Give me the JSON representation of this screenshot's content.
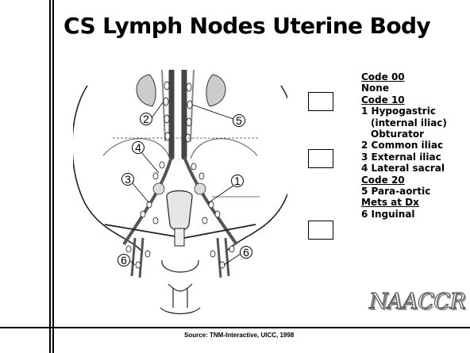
{
  "title": "CS Lymph Nodes Uterine Body",
  "legend": [
    {
      "text": "Code 00",
      "heading": true
    },
    {
      "text": "None",
      "heading": false
    },
    {
      "text": "Code 10",
      "heading": true
    },
    {
      "text": "1 Hypogastric",
      "heading": false
    },
    {
      "text": "(internal iliac)",
      "heading": false,
      "indent": true
    },
    {
      "text": "Obturator",
      "heading": false,
      "indent": true
    },
    {
      "text": "2 Common iliac",
      "heading": false
    },
    {
      "text": "3 External iliac",
      "heading": false
    },
    {
      "text": "4 Lateral sacral",
      "heading": false
    },
    {
      "text": "Code 20",
      "heading": true
    },
    {
      "text": "5 Para-aortic",
      "heading": false
    },
    {
      "text": "Mets at Dx",
      "heading": true
    },
    {
      "text": "6 Inguinal",
      "heading": false
    }
  ],
  "diagram_labels": {
    "n1": "1",
    "n2": "2",
    "n3": "3",
    "n4": "4",
    "n5": "5",
    "n6_left": "6",
    "n6_right": "6"
  },
  "logo": "NAACCR",
  "source": "Source:  TNM-Interactive, UICC, 1998"
}
